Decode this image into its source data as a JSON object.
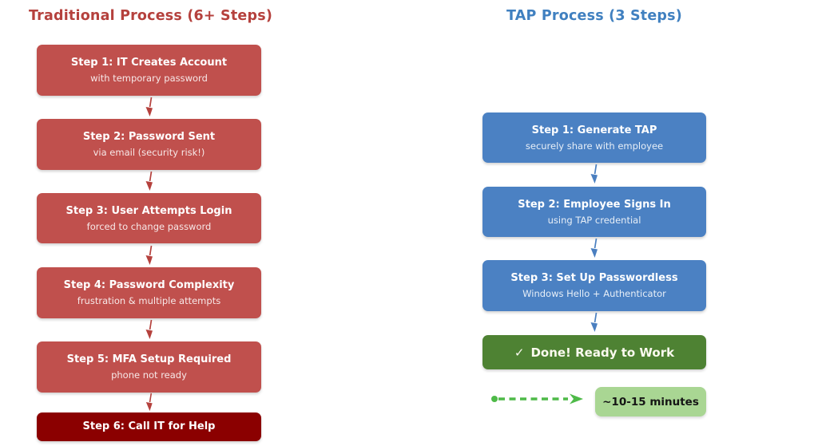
{
  "left": {
    "title": "Traditional Process (6+ Steps)",
    "steps": [
      {
        "title": "Step 1: IT Creates Account",
        "subtitle": "with temporary password"
      },
      {
        "title": "Step 2: Password Sent",
        "subtitle": "via email (security risk!)"
      },
      {
        "title": "Step 3: User Attempts Login",
        "subtitle": "forced to change password"
      },
      {
        "title": "Step 4: Password Complexity",
        "subtitle": "frustration & multiple attempts"
      },
      {
        "title": "Step 5: MFA Setup Required",
        "subtitle": "phone not ready"
      },
      {
        "title": "Step 6: Call IT for Help",
        "subtitle": ""
      }
    ]
  },
  "right": {
    "title": "TAP Process (3 Steps)",
    "steps": [
      {
        "title": "Step 1: Generate TAP",
        "subtitle": "securely share with employee"
      },
      {
        "title": "Step 2: Employee Signs In",
        "subtitle": "using TAP credential"
      },
      {
        "title": "Step 3: Set Up Passwordless",
        "subtitle": "Windows Hello + Authenticator"
      }
    ],
    "done": {
      "check": "✓",
      "label": "Done! Ready to Work"
    },
    "time_badge": "~10-15 minutes"
  },
  "colors": {
    "left-title": "#b5413d",
    "red-box": "#c0504d",
    "dark-red-box": "#8b0000",
    "red-arrow": "#b5413d",
    "right-title": "#4080c0",
    "blue-box": "#4b81c3",
    "blue-arrow": "#4a7fc0",
    "green-box": "#4e8233",
    "badge-bg": "#a9d693",
    "badge-text": "#151515",
    "dash-arrow": "#4eba48"
  }
}
